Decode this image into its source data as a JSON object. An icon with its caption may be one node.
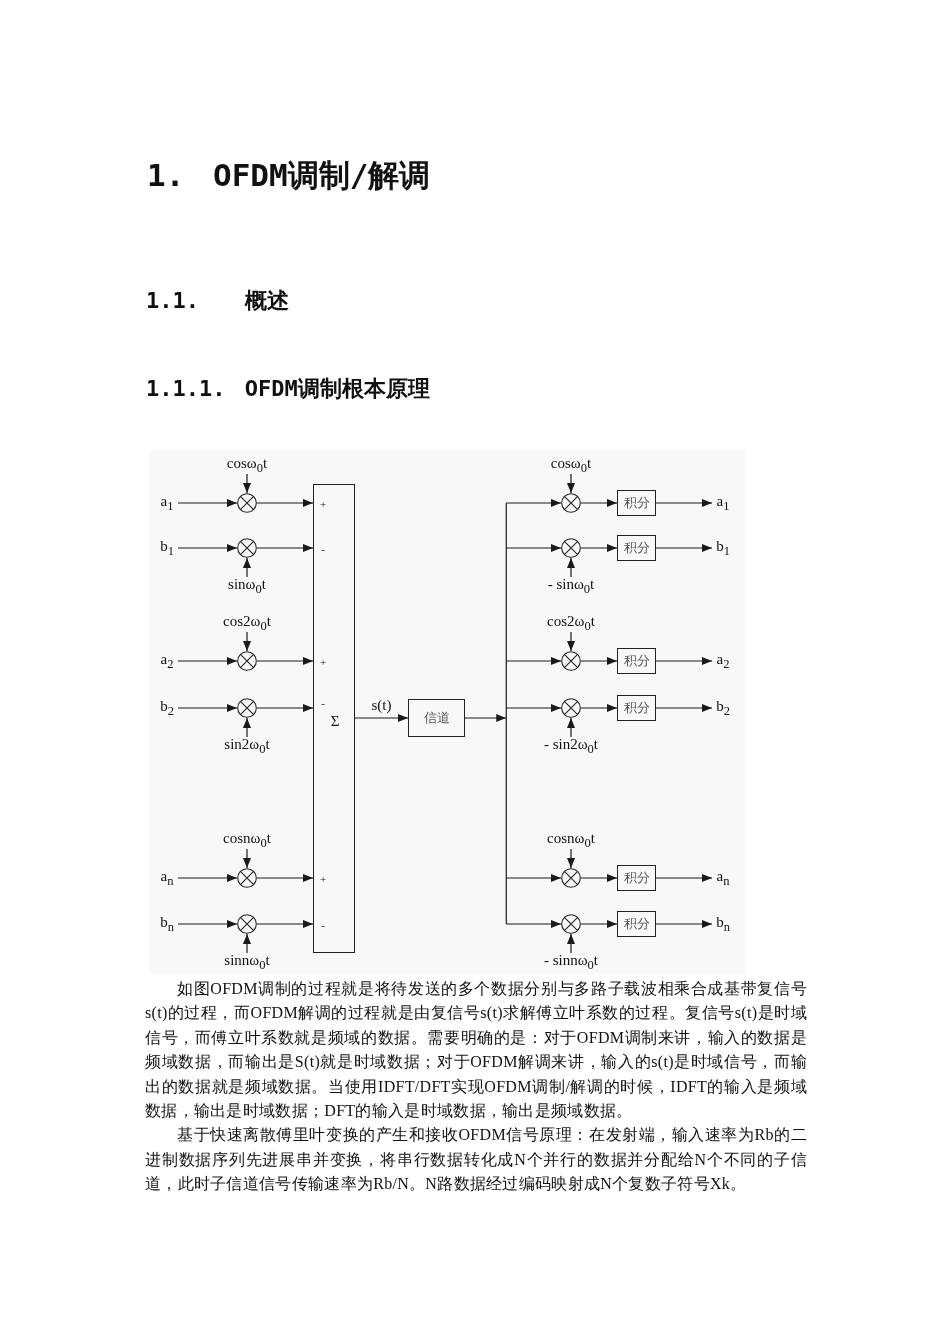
{
  "diagram": {
    "title": "1. OFDM调制/解调",
    "nodes": [
      {
        "text": [
          "cosω$_{0}$t"
        ]
      },
      {
        "text": [
          "a$_{1}$"
        ]
      },
      {
        "text": [],
        "shape": "circle"
      },
      {
        "text": [
          "b$_{1}$"
        ]
      },
      {
        "text": [],
        "shape": "circle"
      },
      {
        "text": [
          "sinω$_{0}$t"
        ]
      },
      {
        "text": [
          "cos2ω$_{0}$t"
        ]
      },
      {
        "text": [
          "a$_{2}$"
        ]
      },
      {
        "text": [],
        "shape": "circle"
      },
      {
        "text": [
          "b$_{2}$"
        ]
      },
      {
        "text": [],
        "shape": "circle"
      },
      {
        "text": [
          "sin2ω$_{0}$t"
        ]
      },
      {
        "text": [
          "cosnω$_{0}$t"
        ]
      },
      {
        "text": [
          "a$_{n}$"
        ]
      },
      {
        "text": [],
        "shape": "circle"
      },
      {
        "text": [
          "b$_{n}$"
        ]
      },
      {
        "text": [],
        "shape": "circle"
      },
      {
        "text": [
          "sinnω$_{0}$t"
        ]
      },
      {
        "text": [
          "+",
          "-",
          "+",
          "-",
          "Σ",
          "+",
          "-"
        ]
      },
      {
        "text": [
          "信道"
        ]
      },
      {
        "text": [
          "cosω$_{0}$t"
        ]
      },
      {
        "text": [],
        "shape": "circle"
      },
      {
        "text": [
          "积分"
        ]
      },
      {
        "text": [
          "a$_{1}$"
        ]
      },
      {
        "text": [],
        "shape": "circle"
      },
      {
        "text": [
          "积分"
        ]
      },
      {
        "text": [
          "b$_{1}$"
        ]
      },
      {
        "text": [
          "- sinω$_{0}$t"
        ]
      },
      {
        "text": [
          "cos2ω$_{0}$t"
        ]
      },
      {
        "text": [],
        "shape": "circle"
      },
      {
        "text": [
          "积分"
        ]
      },
      {
        "text": [
          "a$_{2}$"
        ]
      },
      {
        "text": [],
        "shape": "circle"
      },
      {
        "text": [
          "积分"
        ]
      },
      {
        "text": [
          "b$_{2}$"
        ]
      },
      {
        "text": [
          "- sin2ω$_{0}$t"
        ]
      },
      {
        "text": [
          "cosnω$_{0}$t"
        ]
      },
      {
        "text": [],
        "shape": "circle"
      },
      {
        "text": [
          "积分"
        ]
      },
      {
        "text": [
          "a$_{n}$"
        ]
      },
      {
        "text": [],
        "shape": "circle"
      },
      {
        "text": [
          "积分"
        ]
      },
      {
        "text": [
          "b$_{n}$"
        ]
      },
      {
        "text": [
          "- sinnω$_{0}$t"
        ]
      }
    ],
    "edges": [
      {
        "from": 0,
        "to": 2,
        "arrow": "to"
      },
      {
        "from": 1,
        "to": 2,
        "arrow": "to"
      },
      {
        "from": 2,
        "to": 18,
        "arrow": "to"
      },
      {
        "from": 3,
        "to": 4,
        "arrow": "to"
      },
      {
        "from": 5,
        "to": 4,
        "arrow": "to"
      },
      {
        "from": 4,
        "to": 18,
        "arrow": "to"
      },
      {
        "from": 6,
        "to": 8,
        "arrow": "to"
      },
      {
        "from": 7,
        "to": 8,
        "arrow": "to"
      },
      {
        "from": 8,
        "to": 18,
        "arrow": "to"
      },
      {
        "from": 9,
        "to": 10,
        "arrow": "to"
      },
      {
        "from": 11,
        "to": 10,
        "arrow": "to"
      },
      {
        "from": 10,
        "to": 18,
        "arrow": "to"
      },
      {
        "from": 12,
        "to": 14,
        "arrow": "to"
      },
      {
        "from": 13,
        "to": 14,
        "arrow": "to"
      },
      {
        "from": 14,
        "to": 18,
        "arrow": "to"
      },
      {
        "from": 15,
        "to": 16,
        "arrow": "to"
      },
      {
        "from": 17,
        "to": 16,
        "arrow": "to"
      },
      {
        "from": 16,
        "to": 18,
        "arrow": "to"
      },
      {
        "from": 18,
        "to": 19,
        "arrow": "to",
        "label": "s(t)"
      },
      {
        "from": 19,
        "to": 21,
        "arrow": "to"
      },
      {
        "from": 19,
        "to": 24,
        "arrow": "to"
      },
      {
        "from": 19,
        "to": 29,
        "arrow": "to"
      },
      {
        "from": 19,
        "to": 32,
        "arrow": "to"
      },
      {
        "from": 19,
        "to": 37,
        "arrow": "to"
      },
      {
        "from": 19,
        "to": 40,
        "arrow": "to"
      },
      {
        "from": 20,
        "to": 21,
        "arrow": "to"
      },
      {
        "from": 21,
        "to": 22,
        "arrow": "to"
      },
      {
        "from": 22,
        "to": 23,
        "arrow": "to"
      },
      {
        "from": 27,
        "to": 24,
        "arrow": "to"
      },
      {
        "from": 24,
        "to": 25,
        "arrow": "to"
      },
      {
        "from": 25,
        "to": 26,
        "arrow": "to"
      },
      {
        "from": 28,
        "to": 29,
        "arrow": "to"
      },
      {
        "from": 29,
        "to": 30,
        "arrow": "to"
      },
      {
        "from": 30,
        "to": 31,
        "arrow": "to"
      },
      {
        "from": 35,
        "to": 32,
        "arrow": "to"
      },
      {
        "from": 32,
        "to": 33,
        "arrow": "to"
      },
      {
        "from": 33,
        "to": 34,
        "arrow": "to"
      },
      {
        "from": 36,
        "to": 37,
        "arrow": "to"
      },
      {
        "from": 37,
        "to": 38,
        "arrow": "to"
      },
      {
        "from": 38,
        "to": 39,
        "arrow": "to"
      },
      {
        "from": 43,
        "to": 40,
        "arrow": "to"
      },
      {
        "from": 40,
        "to": 41,
        "arrow": "to"
      },
      {
        "from": 41,
        "to": 42,
        "arrow": "to"
      }
    ],
    "labels": [
      "1.1. 概述",
      "1.1.1. OFDM调制根本原理",
      "如图OFDM调制的过程就是将待发送的多个数据分别与多路子载波相乘合成基带复信号s(t)的过程，而OFDM解调的过程就是由复信号s(t)求解傅立叶系数的过程。复信号s(t)是时域信号，而傅立叶系数就是频域的数据。需要明确的是：对于OFDM调制来讲，输入的数据是频域数据，而输出是S(t)就是时域数据；对于OFDM解调来讲，输入的s(t)是时域信号，而输出的数据就是频域数据。当使用IDFT/DFT实现OFDM调制/解调的时候，IDFT的输入是频域数据，输出是时域数据；DFT的输入是时域数据，输出是频域数据。",
      "基于快速离散傅里叶变换的产生和接收OFDM信号原理：在发射端，输入速率为Rb的二进制数据序列先进展串并变换，将串行数据转化成N个并行的数据并分配给N个不同的子信道，此时子信道信号传输速率为Rb/N。N路数据经过编码映射成N个复数子符号Xk。"
    ]
  }
}
